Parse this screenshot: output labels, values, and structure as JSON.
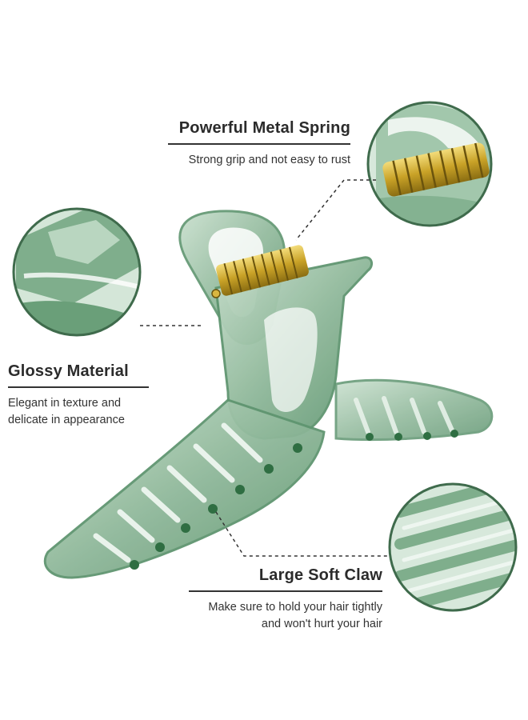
{
  "features": {
    "spring": {
      "title": "Powerful Metal Spring",
      "desc": "Strong grip and not easy to rust"
    },
    "glossy": {
      "title": "Glossy Material",
      "desc_line1": "Elegant in texture and",
      "desc_line2": "delicate in appearance"
    },
    "claw": {
      "title": "Large Soft Claw",
      "desc_line1": "Make sure to hold your hair tightly",
      "desc_line2": "and won't hurt your hair"
    }
  },
  "colors": {
    "clip_green": "#8fb89a",
    "clip_dark": "#4f8a62",
    "circle_border": "#3f6b4c",
    "spring_gold": "#c9a227"
  }
}
